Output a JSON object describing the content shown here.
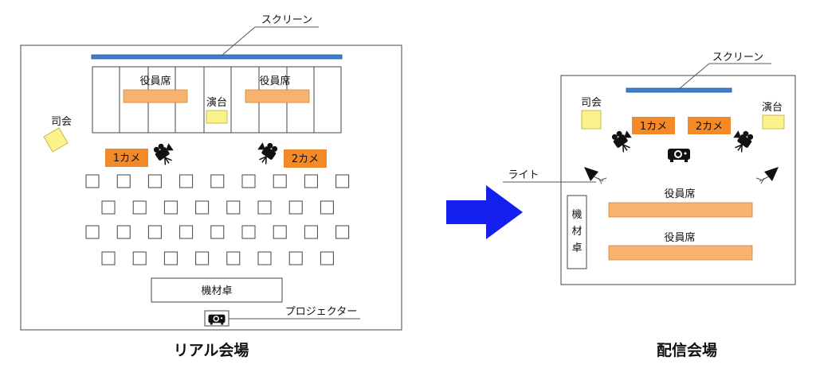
{
  "left": {
    "title": "リアル会場",
    "screen_label": "スクリーン",
    "officer_seats_label": "役員席",
    "podium_label": "演台",
    "mc_label": "司会",
    "camera1_label": "1カメ",
    "camera2_label": "2カメ",
    "equipment_desk_label": "機材卓",
    "projector_label": "プロジェクター",
    "audience_rows": [
      9,
      8,
      9,
      8
    ]
  },
  "right": {
    "title": "配信会場",
    "screen_label": "スクリーン",
    "mc_label": "司会",
    "podium_label": "演台",
    "camera1_label": "1カメ",
    "camera2_label": "2カメ",
    "light_label": "ライト",
    "equipment_desk_label": "機材卓",
    "officer_seats_label": "役員席"
  },
  "colors": {
    "screen": "#3d7fd1",
    "orange_seat": "#f7b36e",
    "camera_tag": "#f28a2a",
    "yellow": "#fbf28b",
    "arrow": "#1520f0",
    "line": "#555555"
  },
  "icons": [
    "camera-icon",
    "projector-icon",
    "light-icon",
    "arrow-right-icon"
  ]
}
